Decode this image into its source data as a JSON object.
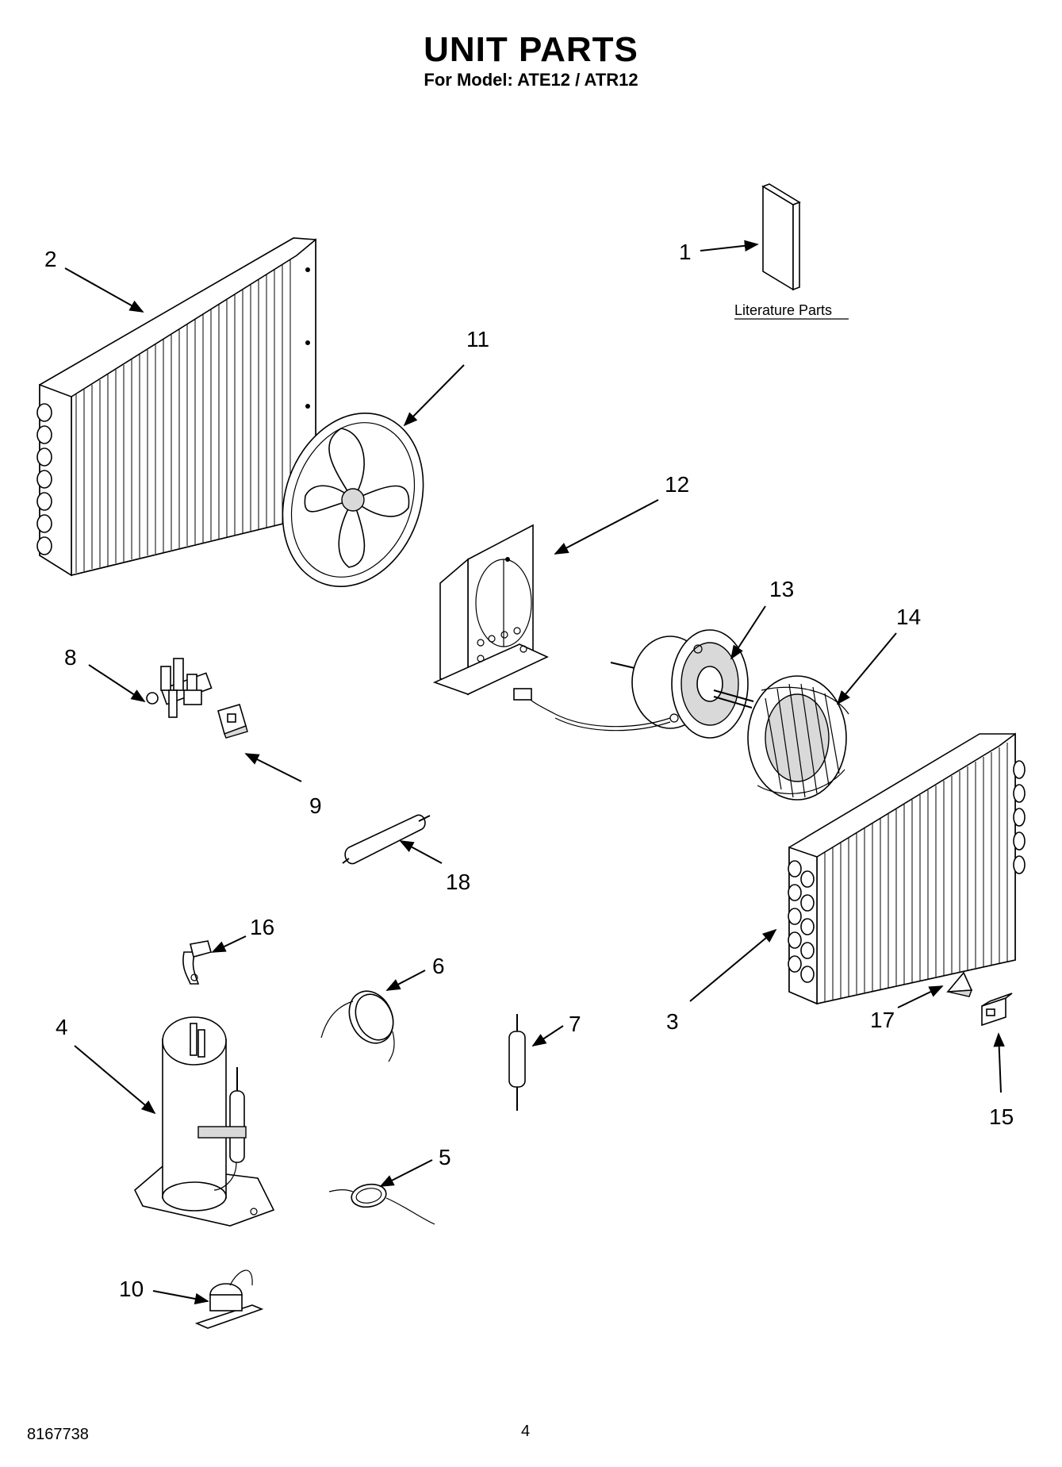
{
  "header": {
    "title": "UNIT PARTS",
    "subtitle": "For Model: ATE12 / ATR12"
  },
  "literature_label": "Literature Parts",
  "callouts": {
    "c1": "1",
    "c2": "2",
    "c3": "3",
    "c4": "4",
    "c5": "5",
    "c6": "6",
    "c7": "7",
    "c8": "8",
    "c9": "9",
    "c10": "10",
    "c11": "11",
    "c12": "12",
    "c13": "13",
    "c14": "14",
    "c15": "15",
    "c16": "16",
    "c17": "17",
    "c18": "18"
  },
  "footer": {
    "doc_number": "8167738",
    "page_number": "4"
  }
}
